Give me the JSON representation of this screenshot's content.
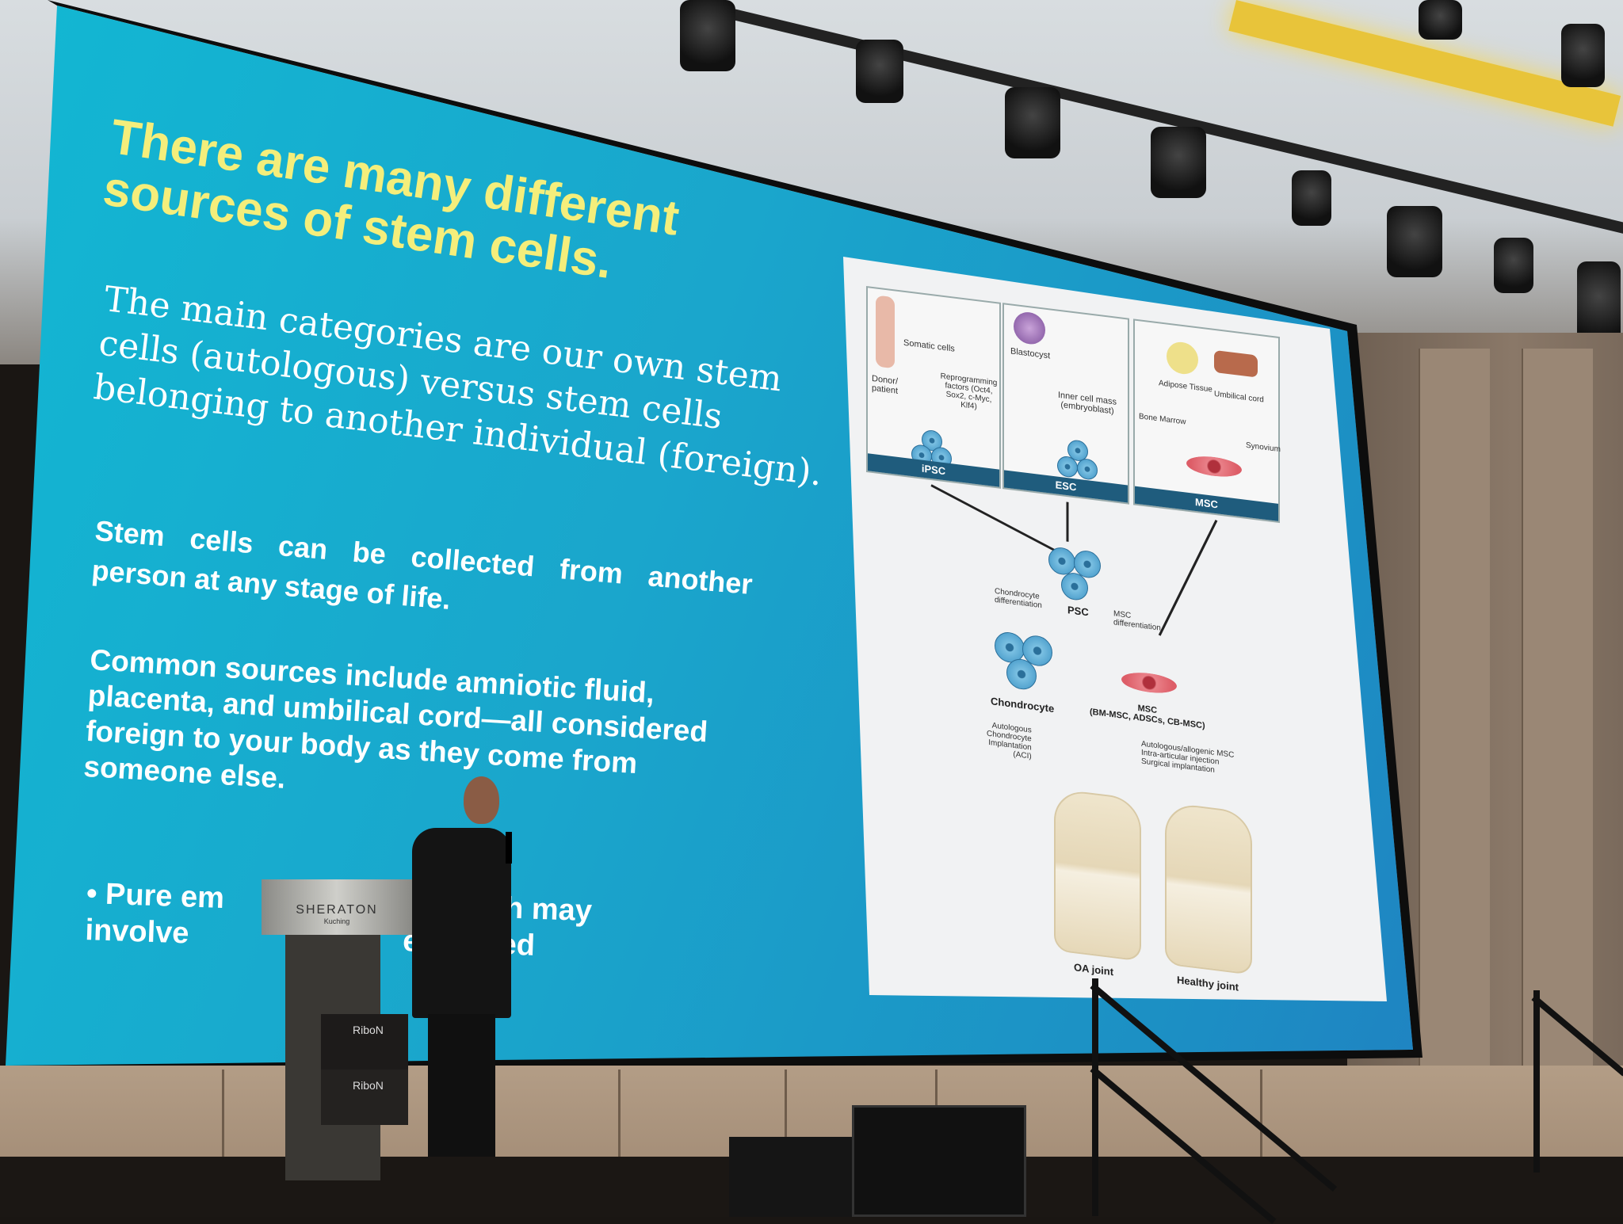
{
  "slide": {
    "title": [
      "There are many different",
      "sources of stem cells."
    ],
    "paragraph1": [
      "The main categories are our own stem",
      "cells (autologous) versus stem cells",
      "belonging to another individual (foreign)."
    ],
    "paragraph2": [
      "Stem cells can be collected from another",
      "person at any stage of life."
    ],
    "paragraph3": [
      "Common sources include amniotic fluid,",
      "placenta, and umbilical cord—all considered",
      "foreign to your body as they come from",
      "someone else."
    ],
    "bullet": [
      "• Pure em",
      "which may",
      "involve",
      "e banned"
    ]
  },
  "diagram": {
    "ipsc": {
      "donor": "Donor/ patient",
      "somatic": "Somatic cells",
      "factors": "Reprogramming factors (Oct4, Sox2, c-Myc, Klf4)",
      "label": "iPSC"
    },
    "esc": {
      "blastocyst": "Blastocyst",
      "icm": "Inner cell mass (embryoblast)",
      "label": "ESC"
    },
    "msc": {
      "adipose": "Adipose Tissue",
      "umbilical": "Umbilical cord",
      "bone": "Bone Marrow",
      "synovium": "Synovium",
      "label": "MSC"
    },
    "psc": "PSC",
    "chondro_diff": "Chondrocyte differentiation",
    "msc_diff": "MSC differentiation",
    "chondrocyte": "Chondrocyte",
    "msc_types": [
      "MSC",
      "(BM-MSC, ADSCs, CB-MSC)"
    ],
    "aci": [
      "Autologous",
      "Chondrocyte",
      "Implantation",
      "(ACI)"
    ],
    "msc_routes": [
      "Autologous/allogenic MSC",
      "Intra-articular injection",
      "Surgical implantation"
    ],
    "oa_joint": "OA joint",
    "healthy_joint": "Healthy joint"
  },
  "podium": {
    "brand": "SHERATON",
    "sub": "Kuching"
  },
  "boxes": {
    "label": "RiboN"
  }
}
